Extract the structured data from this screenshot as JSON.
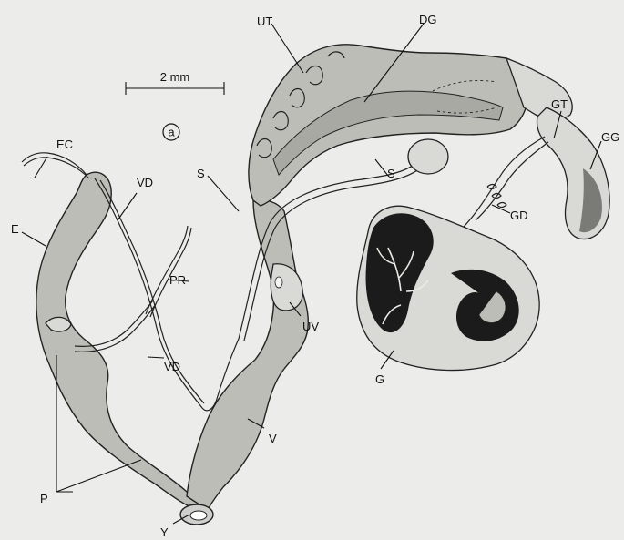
{
  "scale_bar": {
    "label": "2 mm"
  },
  "panel_label": "a",
  "labels": {
    "UT": "UT",
    "DG": "DG",
    "GT": "GT",
    "GG": "GG",
    "EC": "EC",
    "VD_upper": "VD",
    "S_left": "S",
    "S_center": "S",
    "GD": "GD",
    "E": "E",
    "PR": "PR",
    "UV": "UV",
    "VD_lower": "VD",
    "G": "G",
    "V": "V",
    "P": "P",
    "Y": "Y"
  },
  "colors": {
    "background": "#ececea",
    "ink": "#111111",
    "tissue": "#bdbdb8"
  }
}
